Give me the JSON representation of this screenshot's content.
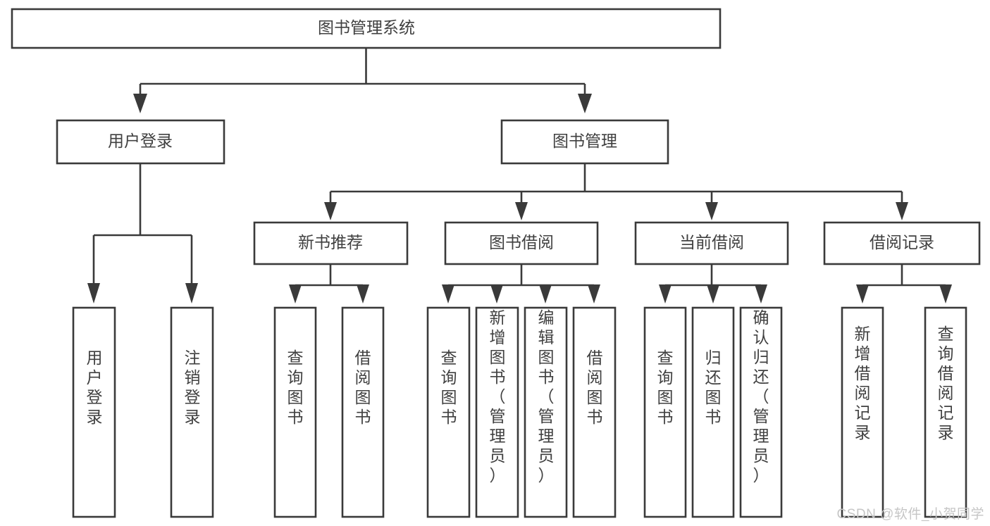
{
  "diagram": {
    "type": "tree",
    "title": "图书管理系统",
    "orientation": "top-down",
    "colors": {
      "box_fill": "#ffffff",
      "box_stroke": "#3a3a3a",
      "text": "#404040",
      "background": "#ffffff",
      "watermark": "#c6c6c6"
    },
    "levels": {
      "root": "图书管理系统",
      "level2": [
        "用户登录",
        "图书管理"
      ],
      "level3": [
        "新书推荐",
        "图书借阅",
        "当前借阅",
        "借阅记录"
      ]
    },
    "nodes": {
      "root": {
        "label": "图书管理系统",
        "orientation": "horizontal"
      },
      "user_login": {
        "label": "用户登录",
        "orientation": "horizontal"
      },
      "book_manage": {
        "label": "图书管理",
        "orientation": "horizontal"
      },
      "new_book_rec": {
        "label": "新书推荐",
        "orientation": "horizontal"
      },
      "book_borrow": {
        "label": "图书借阅",
        "orientation": "horizontal"
      },
      "current_borrow": {
        "label": "当前借阅",
        "orientation": "horizontal"
      },
      "borrow_record": {
        "label": "借阅记录",
        "orientation": "horizontal"
      },
      "leaf_1": {
        "label": "用户登录",
        "orientation": "vertical"
      },
      "leaf_2": {
        "label": "注销登录",
        "orientation": "vertical"
      },
      "leaf_3": {
        "label": "查询图书",
        "orientation": "vertical"
      },
      "leaf_4": {
        "label": "借阅图书",
        "orientation": "vertical"
      },
      "leaf_5": {
        "label": "查询图书",
        "orientation": "vertical"
      },
      "leaf_6": {
        "label": "新增图书（管理员）",
        "orientation": "vertical"
      },
      "leaf_7": {
        "label": "编辑图书（管理员）",
        "orientation": "vertical"
      },
      "leaf_8": {
        "label": "借阅图书",
        "orientation": "vertical"
      },
      "leaf_9": {
        "label": "查询图书",
        "orientation": "vertical"
      },
      "leaf_10": {
        "label": "归还图书",
        "orientation": "vertical"
      },
      "leaf_11": {
        "label": "确认归还（管理员）",
        "orientation": "vertical"
      },
      "leaf_12": {
        "label": "新增借阅记录",
        "orientation": "vertical"
      },
      "leaf_13": {
        "label": "查询借阅记录",
        "orientation": "vertical"
      }
    },
    "edges": [
      {
        "from": "root",
        "to": "user_login"
      },
      {
        "from": "root",
        "to": "book_manage"
      },
      {
        "from": "user_login",
        "to": "leaf_1"
      },
      {
        "from": "user_login",
        "to": "leaf_2"
      },
      {
        "from": "book_manage",
        "to": "new_book_rec"
      },
      {
        "from": "book_manage",
        "to": "book_borrow"
      },
      {
        "from": "book_manage",
        "to": "current_borrow"
      },
      {
        "from": "book_manage",
        "to": "borrow_record"
      },
      {
        "from": "new_book_rec",
        "to": "leaf_3"
      },
      {
        "from": "new_book_rec",
        "to": "leaf_4"
      },
      {
        "from": "book_borrow",
        "to": "leaf_5"
      },
      {
        "from": "book_borrow",
        "to": "leaf_6"
      },
      {
        "from": "book_borrow",
        "to": "leaf_7"
      },
      {
        "from": "book_borrow",
        "to": "leaf_8"
      },
      {
        "from": "current_borrow",
        "to": "leaf_9"
      },
      {
        "from": "current_borrow",
        "to": "leaf_10"
      },
      {
        "from": "current_borrow",
        "to": "leaf_11"
      },
      {
        "from": "borrow_record",
        "to": "leaf_12"
      },
      {
        "from": "borrow_record",
        "to": "leaf_13"
      }
    ]
  },
  "watermark": {
    "text": "CSDN @软件_小贺同学"
  }
}
